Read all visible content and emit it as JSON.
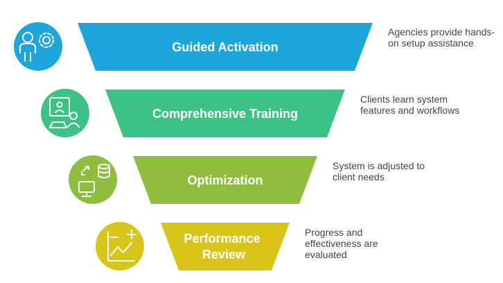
{
  "colors": {
    "blue": "#1EA6DC",
    "green": "#3CC285",
    "lime": "#8FBE3F",
    "yellow": "#D9C51A",
    "text": "#444444"
  },
  "stages": [
    {
      "title": [
        "Guided Activation"
      ],
      "description": [
        "Agencies provide hands-",
        "on setup assistance"
      ],
      "icon": "user-gear-icon",
      "color": "#1EA6DC"
    },
    {
      "title": [
        "Comprehensive Training"
      ],
      "description": [
        "Clients learn system",
        "features and workflows"
      ],
      "icon": "presentation-laptop-icon",
      "color": "#3CC285"
    },
    {
      "title": [
        "Optimization"
      ],
      "description": [
        "System is adjusted to",
        "client needs"
      ],
      "icon": "database-sync-icon",
      "color": "#8FBE3F"
    },
    {
      "title": [
        "Performance",
        "Review"
      ],
      "description": [
        "Progress and",
        "effectiveness are",
        "evaluated"
      ],
      "icon": "chart-plus-icon",
      "color": "#D9C51A"
    }
  ]
}
